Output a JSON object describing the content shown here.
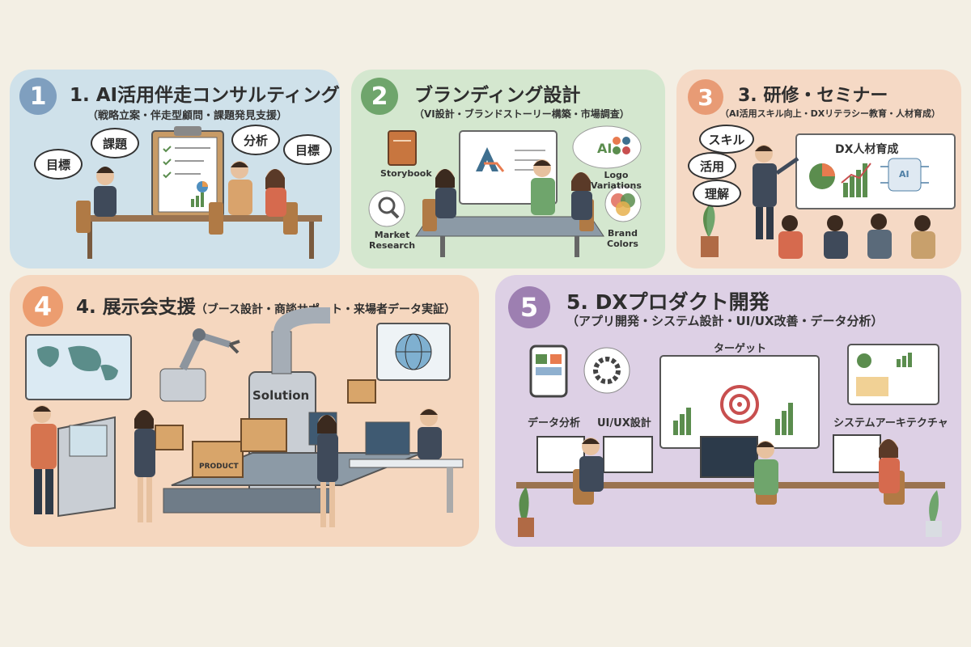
{
  "panels": [
    {
      "number": "1",
      "title": "1. AI活用伴走コンサルティング",
      "subtitle": "（戦略立案・伴走型顧問・課題発見支援）",
      "bubbles": [
        "課題",
        "分析",
        "目標",
        "目標"
      ]
    },
    {
      "number": "2",
      "title": "ブランディング設計",
      "subtitle": "（VI設計・ブランドストーリー構築・市場調査）",
      "labels": {
        "storybook": "Storybook",
        "logo_variations": "Logo\nVariations",
        "market_research": "Market\nResearch",
        "brand_colors": "Brand\nColors",
        "ai_mark": "AI"
      }
    },
    {
      "number": "3",
      "title": "3. 研修・セミナー",
      "subtitle": "（AI活用スキル向上・DXリテラシー教育・人材育成）",
      "bubbles": [
        "スキル",
        "活用",
        "理解"
      ],
      "board_title": "DX人材育成",
      "board_ai": "AI"
    },
    {
      "number": "4",
      "title": "4. 展示会支援",
      "subtitle": "（ブース設計・商談サポート・来場者データ実証）",
      "booth_sign": "Solution",
      "box_label": "PRODUCT"
    },
    {
      "number": "5",
      "title": "5. DXプロダクト開発",
      "subtitle": "（アプリ開発・システム設計・UI/UX改善・データ分析）",
      "labels": {
        "target": "ターゲット",
        "data_analysis": "データ分析",
        "uiux_design": "UI/UX設計",
        "system_architecture": "システムアーキテクチャ"
      }
    }
  ],
  "colors": {
    "background": "#f3efe4",
    "panel1": "#cfe1ea",
    "panel2": "#d4e7cf",
    "panel3": "#f5d9c5",
    "panel4": "#f5d7bf",
    "panel5": "#ddd0e5"
  }
}
